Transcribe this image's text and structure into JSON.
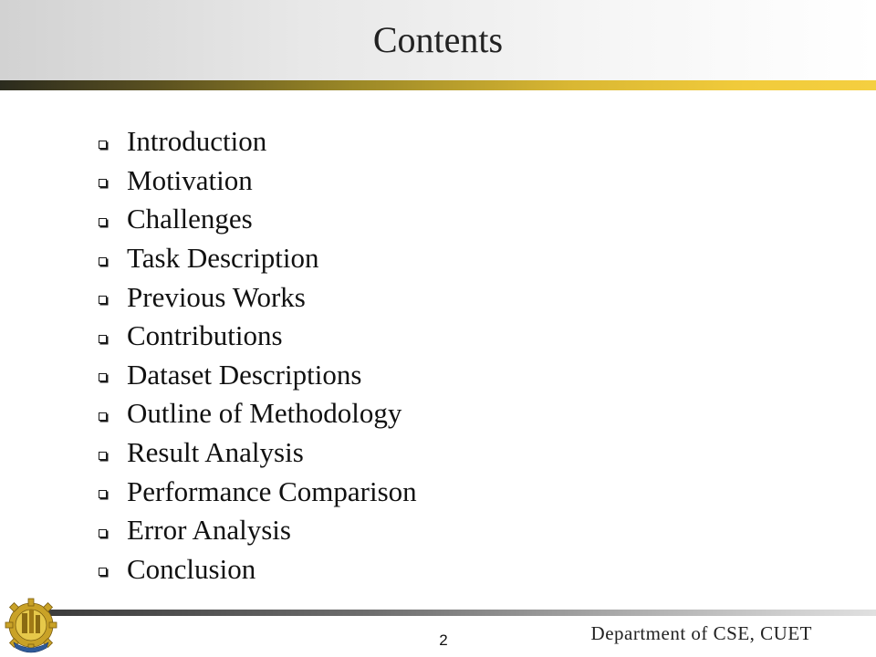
{
  "slide": {
    "title": "Contents",
    "items": [
      {
        "label": "Introduction"
      },
      {
        "label": "Motivation"
      },
      {
        "label": "Challenges"
      },
      {
        "label": "Task Description"
      },
      {
        "label": "Previous Works"
      },
      {
        "label": "Contributions"
      },
      {
        "label": "Dataset Descriptions"
      },
      {
        "label": "Outline of Methodology"
      },
      {
        "label": "Result Analysis"
      },
      {
        "label": "Performance Comparison"
      },
      {
        "label": "Error Analysis"
      },
      {
        "label": "Conclusion"
      }
    ],
    "bullet_icon": "hollow-square-bullet-icon",
    "logo_icon": "cuet-logo-icon",
    "page_number": "2",
    "footer_text": "Department of CSE, CUET",
    "colors": {
      "accent_rule": "#d9b733",
      "text": "#111111",
      "footer_rule": "#6e6e6e"
    }
  }
}
